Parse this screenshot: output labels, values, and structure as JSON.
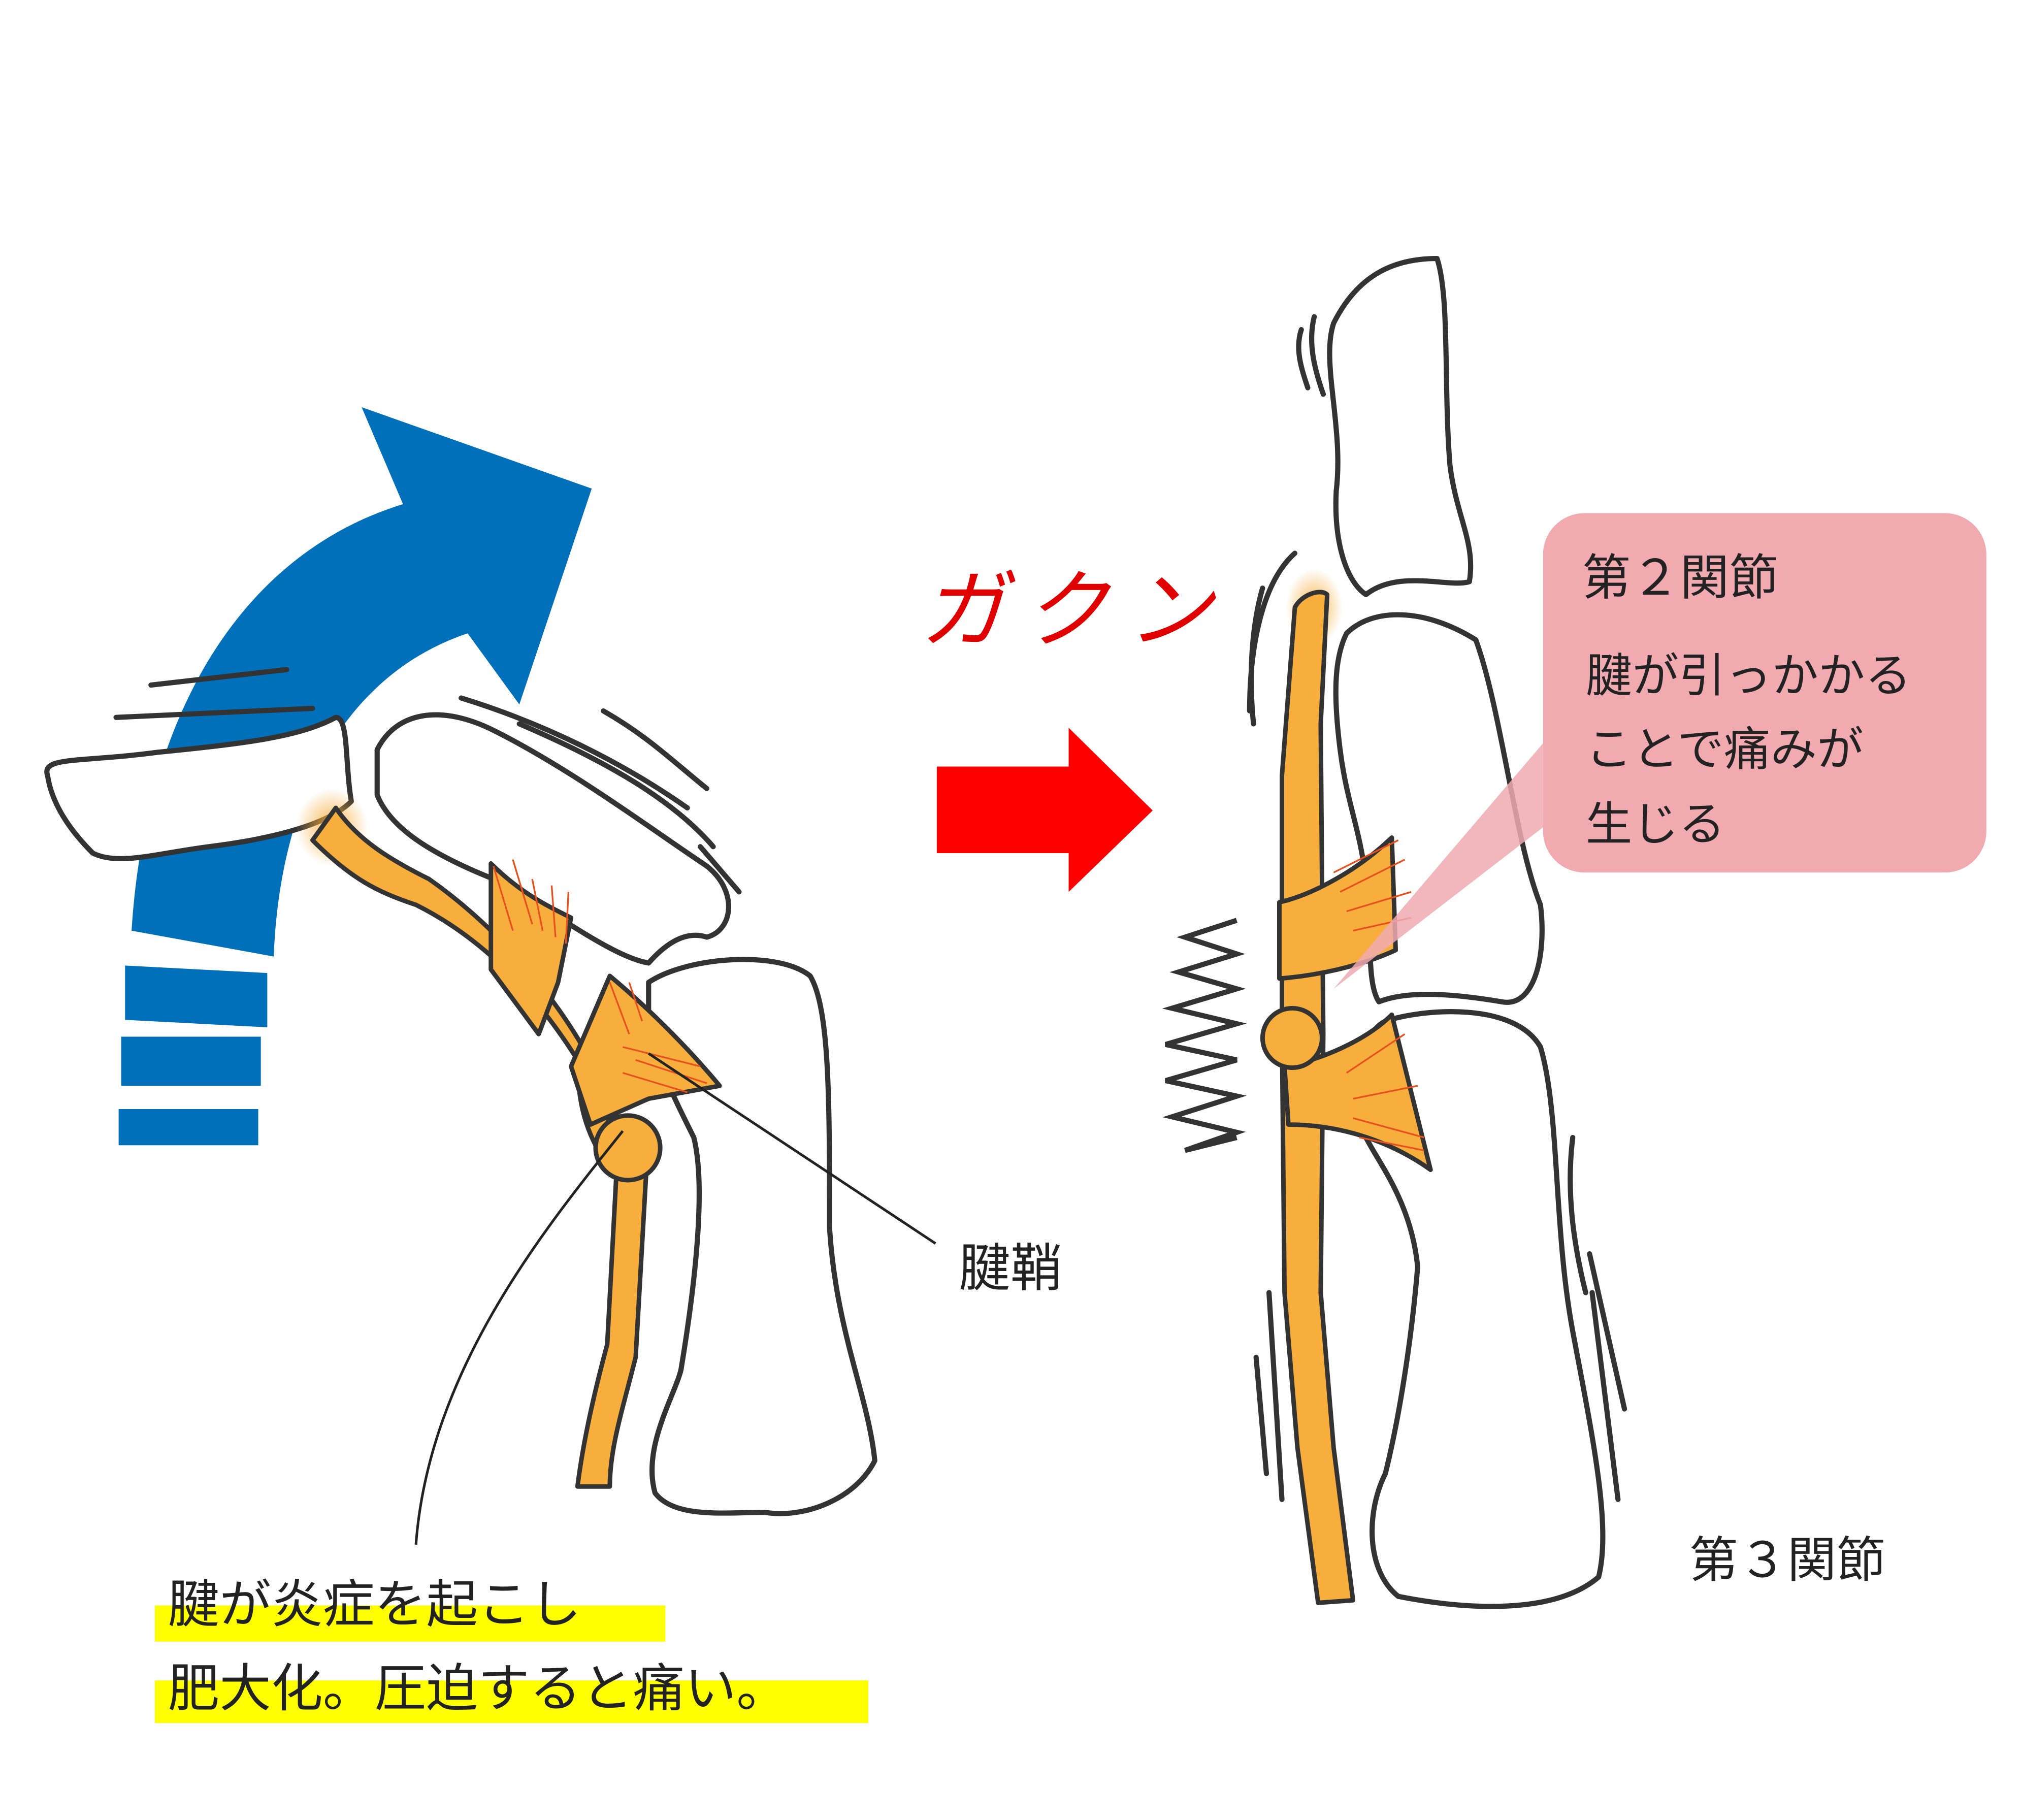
{
  "title_sfx": "ガクン",
  "labels": {
    "sheath": "腱鞘",
    "joint3": "第３関節"
  },
  "callout": {
    "title": "第２関節",
    "lines": [
      "腱が引っかかる",
      "ことで痛みが",
      "生じる"
    ]
  },
  "caption": {
    "lines": [
      "腱が炎症を起こし",
      "肥大化。圧迫すると痛い。"
    ]
  },
  "colors": {
    "arrow_blue": "#0070bb",
    "arrow_red": "#ff0000",
    "tendon": "#f7ae3c",
    "callout_bg": "#f0aab0",
    "highlight": "#ffff00",
    "sfx_red": "#e00000"
  }
}
